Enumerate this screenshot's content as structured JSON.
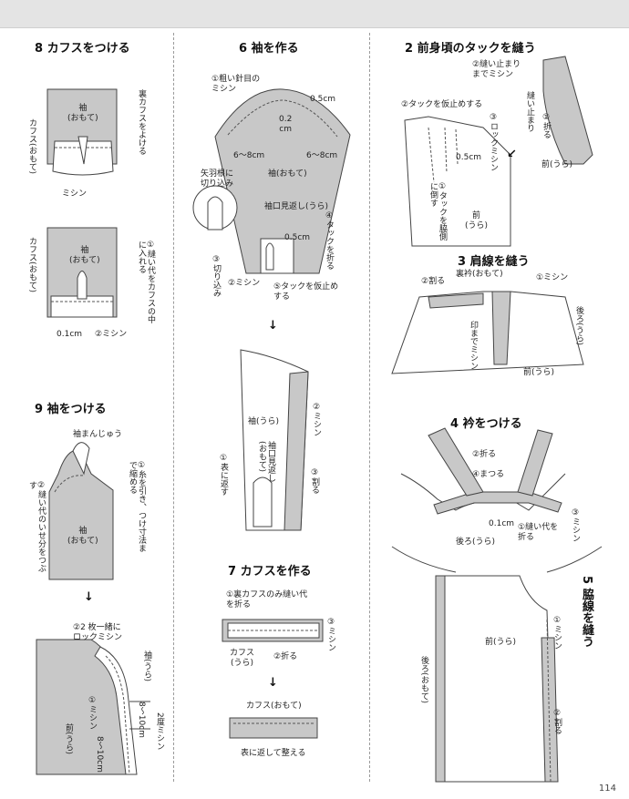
{
  "page_number": "114",
  "col1": {
    "s8": {
      "title": "8 カフスをつける",
      "fig1": {
        "sleeve": "袖\n(おもて)",
        "note": "裏カフスをよける",
        "cuff": "カフス(おもて)",
        "sew": "ミシン"
      },
      "fig2": {
        "sleeve": "袖\n(おもて)",
        "cuff": "カフス(おもて)",
        "note": "①縫い代をカフスの中に入れる",
        "dim": "0.1cm",
        "sew": "②ミシン"
      }
    },
    "s9": {
      "title": "9 袖をつける",
      "fig1": {
        "cap": "袖まんじゅう",
        "note1": "①糸を引き、つけ寸法まで縮める",
        "note2": "②縫い代のいせ分をつぶす",
        "sleeve": "袖\n(おもて)"
      },
      "fig2": {
        "note": "②2 枚一緒に\nロックミシン",
        "sleeve": "袖(うら)",
        "sew1": "①ミシン",
        "front": "前(うら)",
        "dim1": "8〜10cm",
        "dim2": "8〜10cm",
        "sew2": "2度ミシン"
      }
    }
  },
  "col2": {
    "s6": {
      "title": "6 袖を作る",
      "fig1": {
        "stitch": "①粗い針目の\nミシン",
        "seam": "0.5cm",
        "dimA": "0.2",
        "dimA_unit": "cm",
        "dimB": "6〜8cm",
        "dimC": "6〜8cm",
        "sleeve": "袖(おもて)",
        "callout": "矢羽根に\n切り込み",
        "facing": "袖口見返し(うら)",
        "tuck": "④タックを折る",
        "dim05": "0.5cm",
        "cut": "③切り込み",
        "sew": "②ミシン",
        "basting": "⑤タックを仮止め\nする"
      },
      "fig2": {
        "sleeve": "袖(うら)",
        "sew": "②ミシン",
        "facing": "袖口見返し\n(おもて)",
        "turn": "①表に返す",
        "press": "③割る"
      }
    },
    "s7": {
      "title": "7 カフスを作る",
      "fig1": {
        "note": "①裏カフスのみ縫い代\nを折る",
        "cuff": "カフス\n(うら)",
        "fold": "②折る",
        "sew": "③ミシン"
      },
      "fig2": {
        "cuff": "カフス(おもて)",
        "note": "表に返して整える"
      }
    }
  },
  "col3": {
    "s2": {
      "title": "2 前身頃のタックを縫う",
      "stop": "②縫い止まり\nまでミシン",
      "baste": "②タックを仮止めする",
      "lock": "③ロックミシン",
      "fold": "①折る",
      "end": "縫い止まり",
      "dim": "0.5cm",
      "press": "①タックを脇側に倒す",
      "front1": "前(うら)",
      "front2": "前\n(うら)"
    },
    "s3": {
      "title": "3 肩線を縫う",
      "collar": "裏衿(おもて)",
      "press": "②割る",
      "sew": "①ミシン",
      "back": "後ろ(うら)",
      "mark": "印までミシン",
      "front": "前(うら)"
    },
    "s4": {
      "title": "4 衿をつける",
      "fold": "②折る",
      "blind": "④まつる",
      "dim": "0.1cm",
      "back": "後ろ(うら)",
      "seam": "①縫い代を\n折る",
      "sew": "③ミシン"
    },
    "s5": {
      "title": "5 脇線を縫う",
      "sew": "①ミシン",
      "front": "前(うら)",
      "back": "後ろ(おもて)",
      "press": "②割る"
    }
  }
}
